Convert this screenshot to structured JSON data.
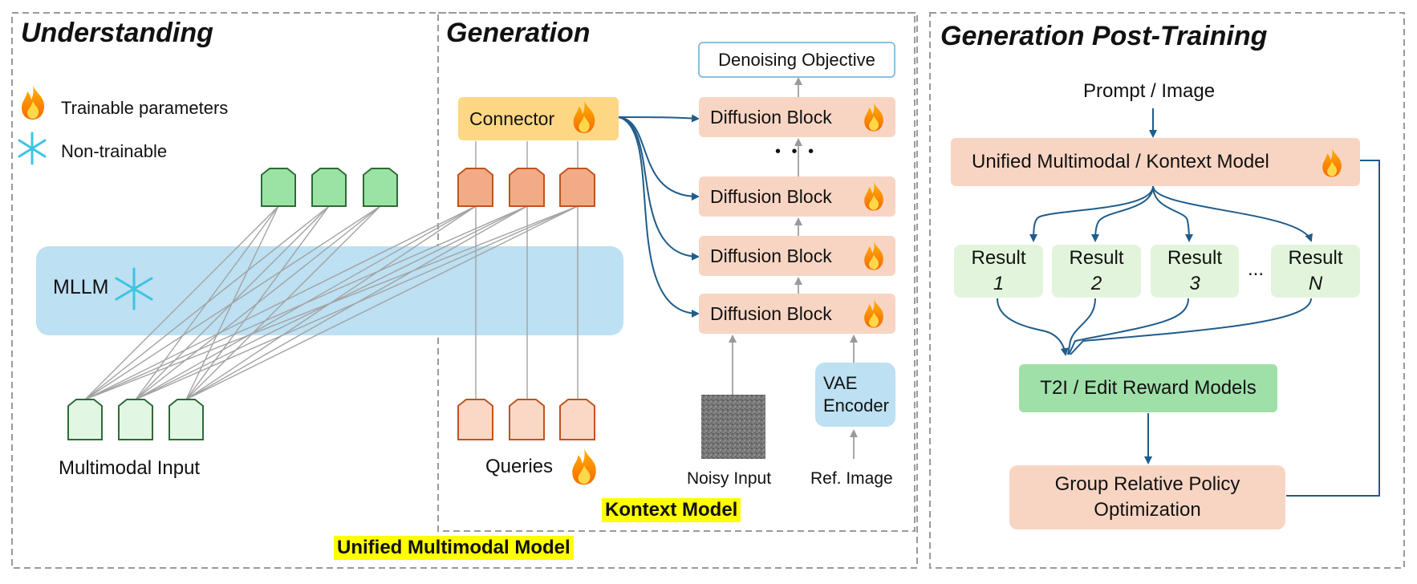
{
  "sections": {
    "understanding": "Understanding",
    "generation": "Generation",
    "post_training": "Generation Post-Training"
  },
  "legend": {
    "trainable": "Trainable parameters",
    "non_trainable": "Non-trainable"
  },
  "understanding": {
    "mllm": "MLLM",
    "multimodal_input": "Multimodal Input"
  },
  "generation": {
    "connector": "Connector",
    "queries": "Queries",
    "denoising_objective": "Denoising Objective",
    "diffusion_block": "Diffusion Block",
    "dots": "• • •",
    "noisy_input": "Noisy Input",
    "vae_line1": "VAE",
    "vae_line2": "Encoder",
    "ref_image": "Ref. Image"
  },
  "labels": {
    "kontext_model": "Kontext Model",
    "unified_multimodal_model": "Unified Multimodal Model"
  },
  "post_training": {
    "prompt": "Prompt / Image",
    "model": "Unified Multimodal / Kontext Model",
    "result_word": "Result",
    "results": [
      "1",
      "2",
      "3",
      "N"
    ],
    "ellipsis": "...",
    "reward": "T2I / Edit Reward Models",
    "grpo_line1": "Group Relative Policy",
    "grpo_line2": "Optimization"
  },
  "colors": {
    "token_green": "#9be3a4",
    "token_green_light": "#e2f7e3",
    "token_orange": "#f3ab87",
    "token_orange_light": "#fbd8c6",
    "mllm_blue": "#bde0f2",
    "connector_yellow": "#fdd783",
    "diffusion_peach": "#f8d5c3",
    "reward_green": "#9fe0a8",
    "arrow_blue": "#1f5c8a",
    "highlight_yellow": "#ffff00"
  }
}
